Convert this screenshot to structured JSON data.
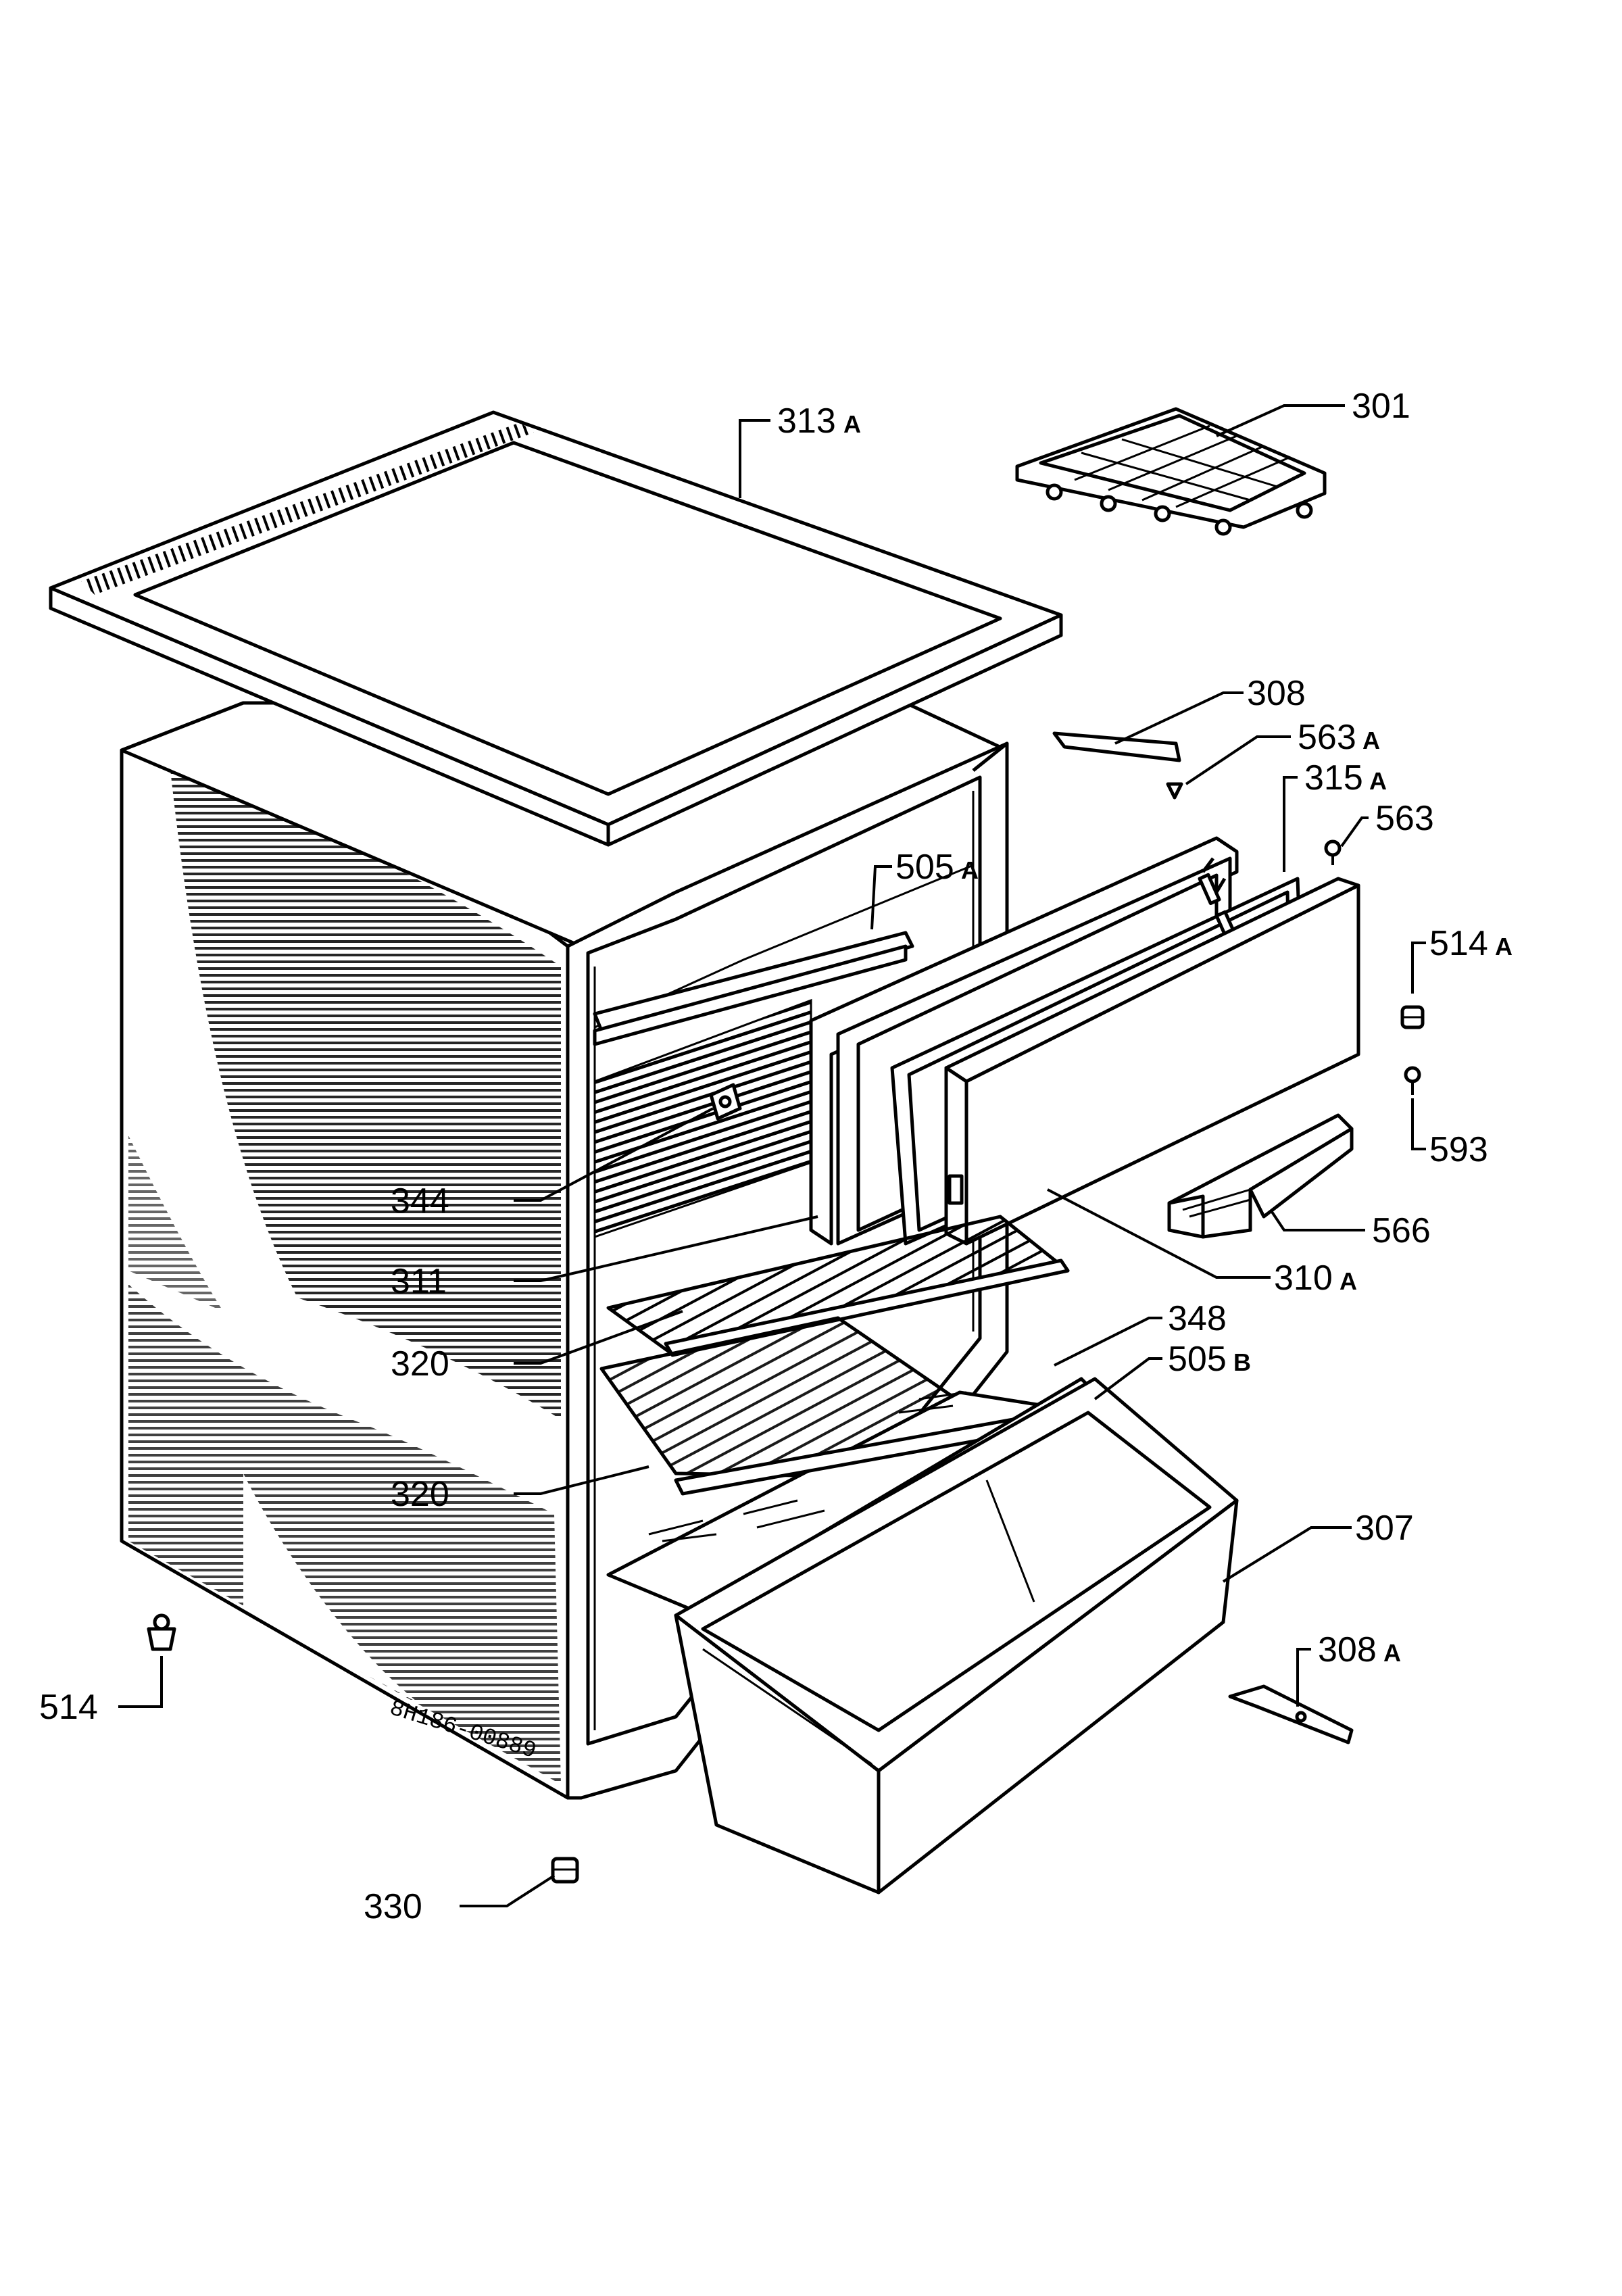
{
  "drawing_code": "8H186-00889",
  "callouts": [
    {
      "id": "313a",
      "num": "313",
      "suf": "A"
    },
    {
      "id": "301",
      "num": "301",
      "suf": ""
    },
    {
      "id": "308",
      "num": "308",
      "suf": ""
    },
    {
      "id": "563a",
      "num": "563",
      "suf": "A"
    },
    {
      "id": "315a",
      "num": "315",
      "suf": "A"
    },
    {
      "id": "563",
      "num": "563",
      "suf": ""
    },
    {
      "id": "505a",
      "num": "505",
      "suf": "A"
    },
    {
      "id": "514a",
      "num": "514",
      "suf": "A"
    },
    {
      "id": "593",
      "num": "593",
      "suf": ""
    },
    {
      "id": "344",
      "num": "344",
      "suf": ""
    },
    {
      "id": "566",
      "num": "566",
      "suf": ""
    },
    {
      "id": "311",
      "num": "311",
      "suf": ""
    },
    {
      "id": "310a",
      "num": "310",
      "suf": "A"
    },
    {
      "id": "348",
      "num": "348",
      "suf": ""
    },
    {
      "id": "320-upper",
      "num": "320",
      "suf": ""
    },
    {
      "id": "505b",
      "num": "505",
      "suf": "B"
    },
    {
      "id": "320-lower",
      "num": "320",
      "suf": ""
    },
    {
      "id": "307",
      "num": "307",
      "suf": ""
    },
    {
      "id": "308a",
      "num": "308",
      "suf": "A"
    },
    {
      "id": "514",
      "num": "514",
      "suf": ""
    },
    {
      "id": "330",
      "num": "330",
      "suf": ""
    }
  ]
}
